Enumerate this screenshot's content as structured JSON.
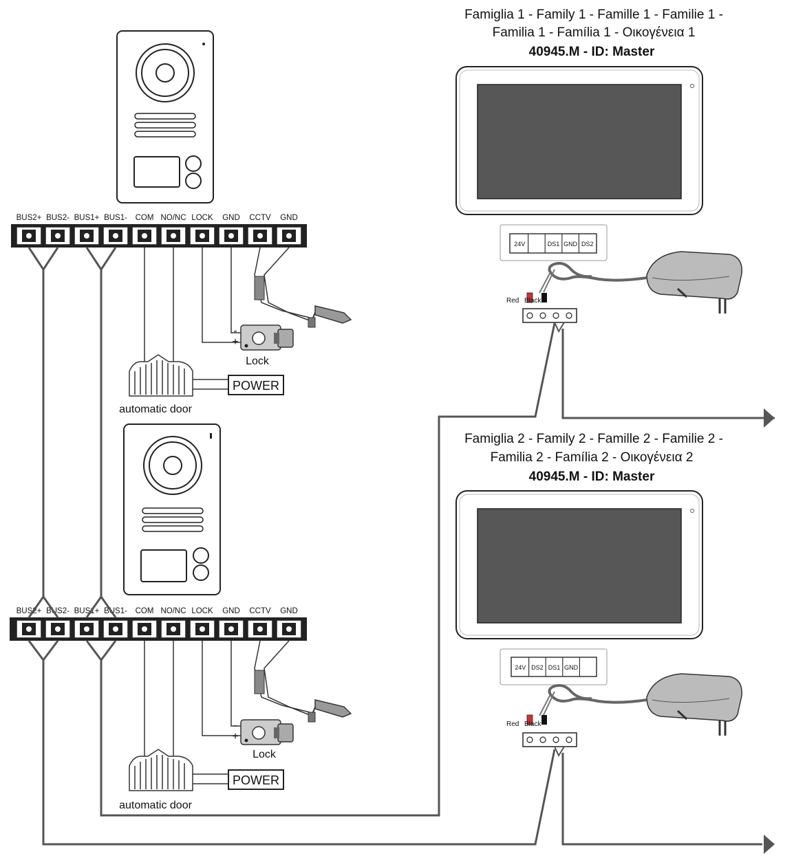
{
  "family1": {
    "title_line1": "Famiglia 1 - Family 1 - Famille 1 - Familie 1 -",
    "title_line2": "Familia 1 - Família 1 - Οικογένεια 1",
    "model": "40945.M - ID: Master"
  },
  "family2": {
    "title_line1": "Famiglia 2 - Family 2 - Famille 2 - Familie 2 -",
    "title_line2": "Familia 2 - Família 2 - Οικογένεια 2",
    "model": "40945.M - ID: Master"
  },
  "terminals": [
    "BUS2+",
    "BUS2-",
    "BUS1+",
    "BUS1-",
    "COM",
    "NO/NC",
    "LOCK",
    "GND",
    "CCTV",
    "GND"
  ],
  "labels": {
    "lock": "Lock",
    "power": "POWER",
    "automatic_door": "automatic door",
    "lock_minus": "-",
    "lock_plus": "+",
    "red": "Red",
    "black": "Black"
  },
  "monitor1_terminal_labels": [
    "24V",
    "",
    "DS1",
    "GND",
    "DS2"
  ],
  "monitor2_terminal_labels": [
    "24V",
    "DS2",
    "DS1",
    "GND",
    ""
  ],
  "colors": {
    "wire": "#555555",
    "screen": "#575757",
    "red_wire": "#cc3333",
    "black_wire": "#111111",
    "adapter": "#bbbbbb"
  }
}
